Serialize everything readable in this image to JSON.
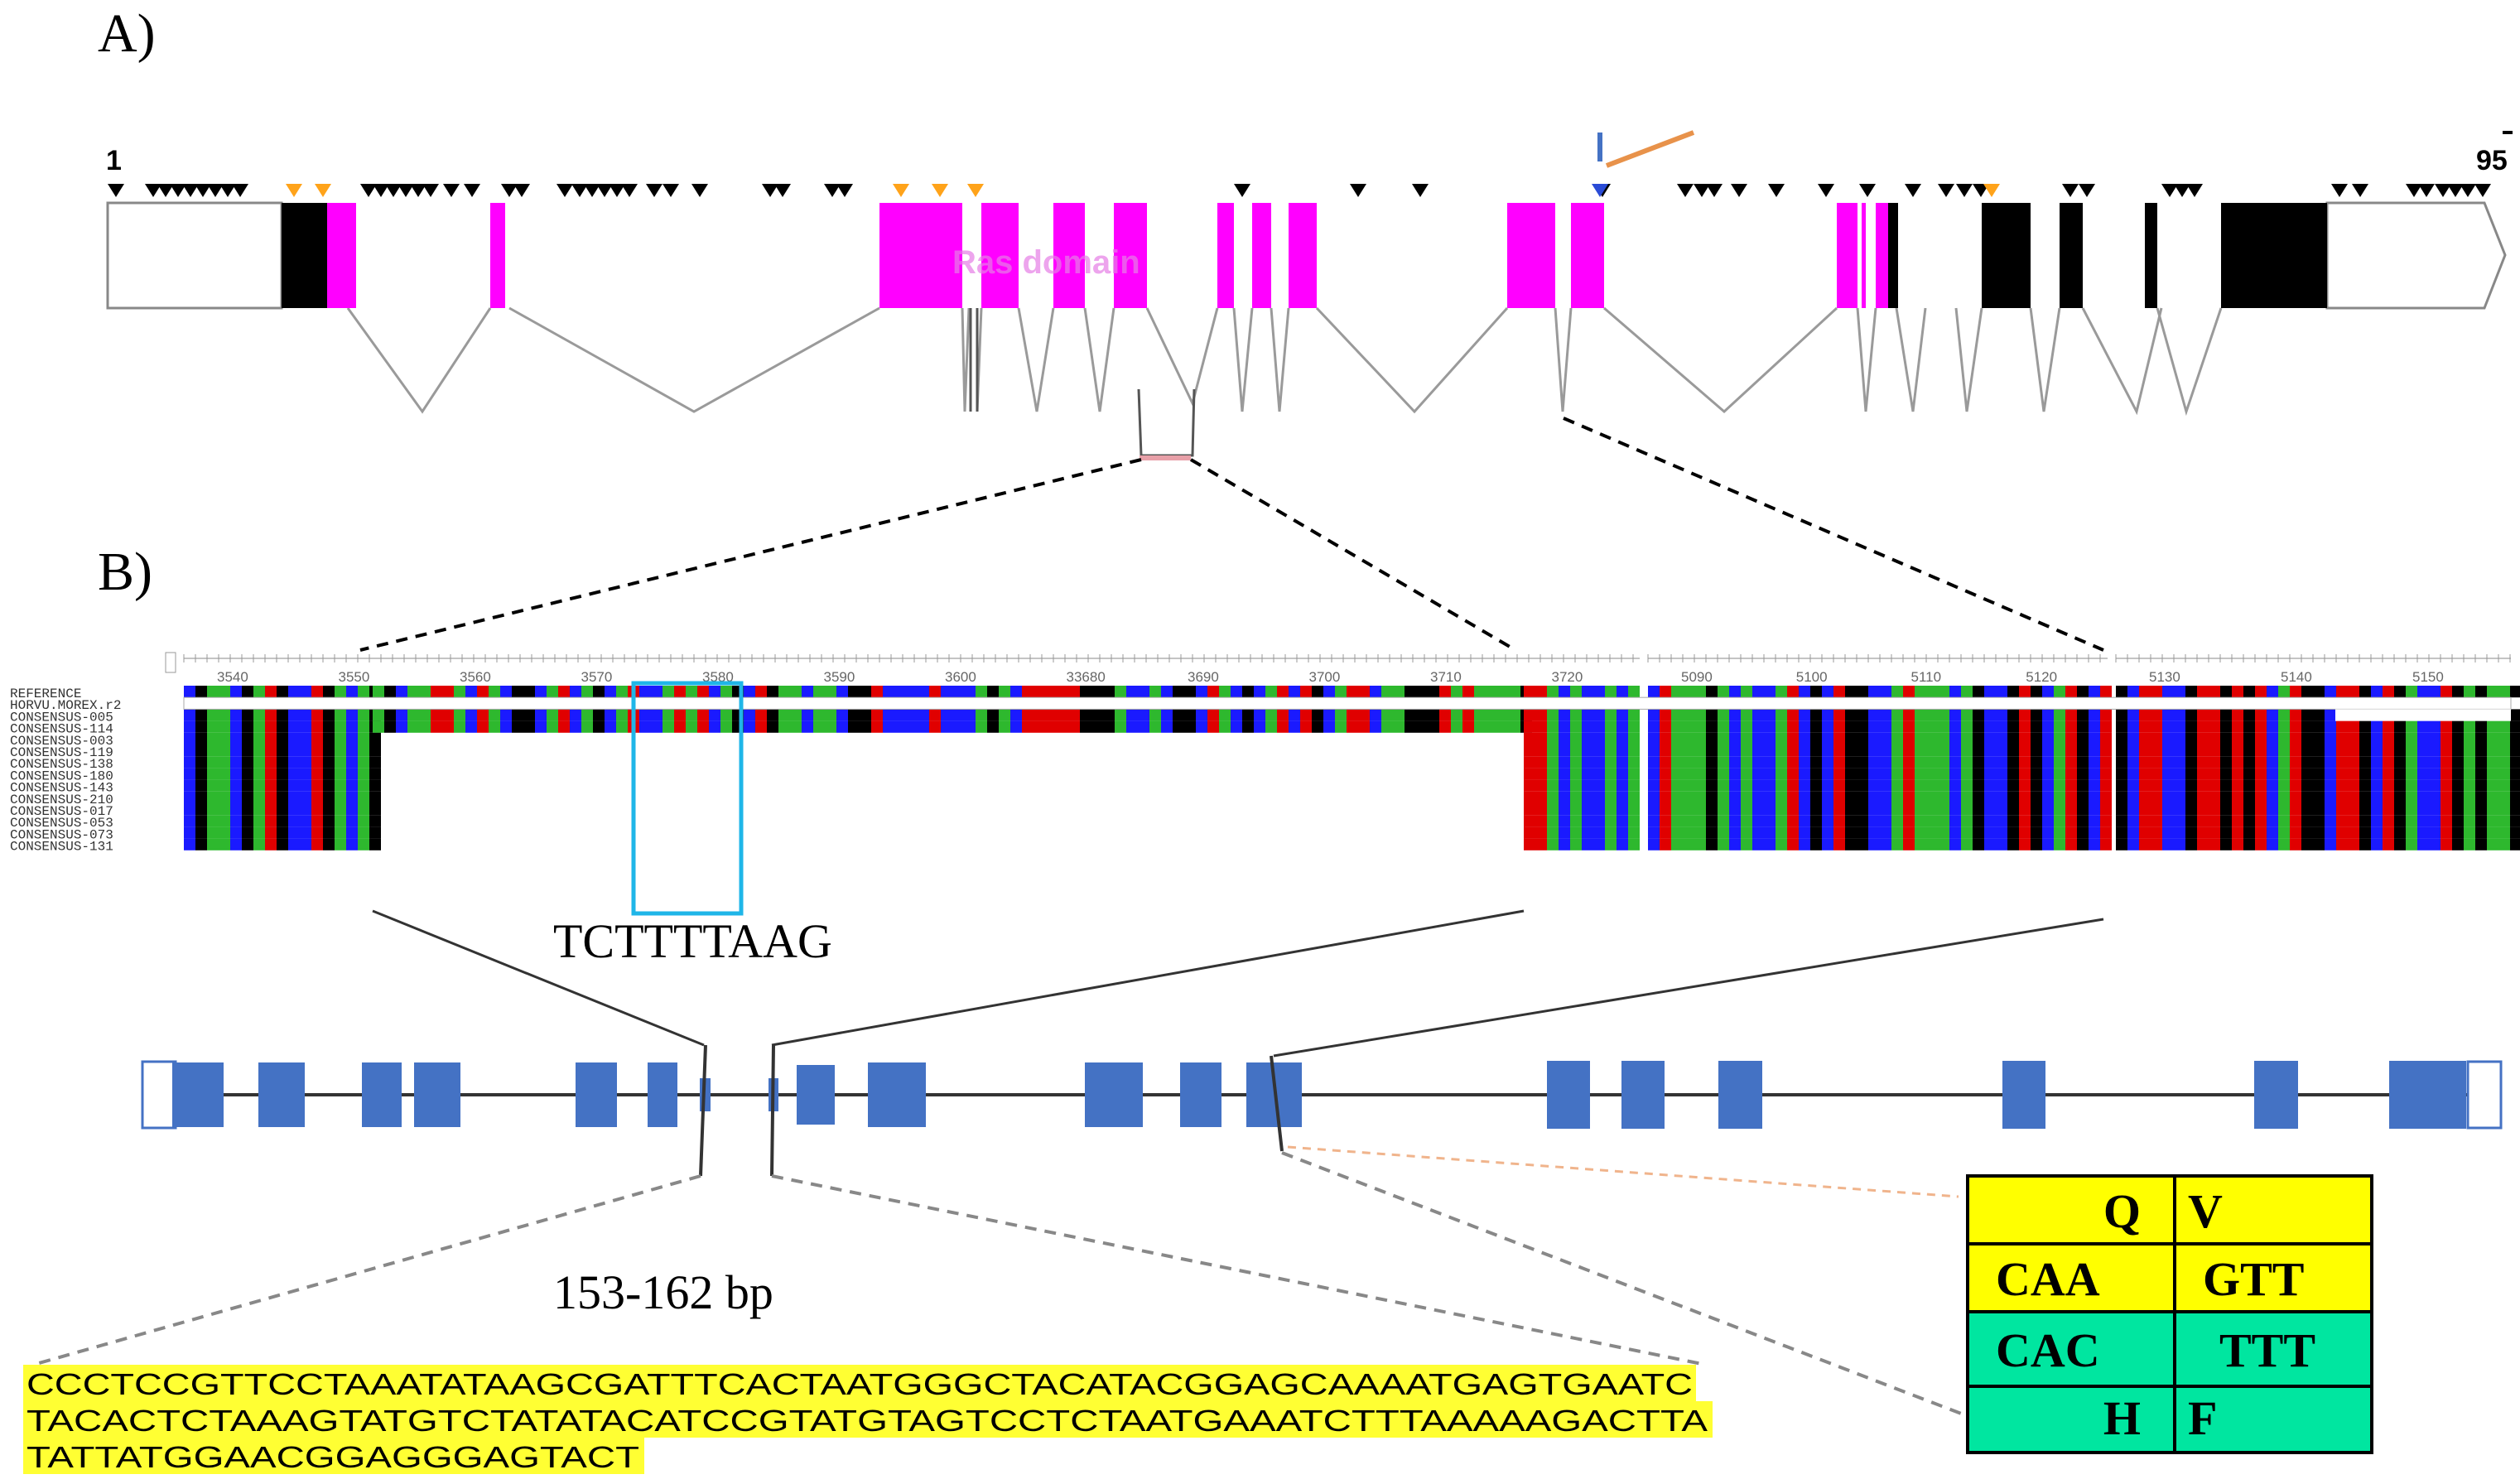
{
  "panel_a": {
    "label": "A)",
    "start_label": "1",
    "end_label": "95",
    "domain_label": "Ras domain"
  },
  "panel_b": {
    "label": "B)",
    "axis_blocks": [
      [
        "3540",
        "3550",
        "3560",
        "3570",
        "3580",
        "3590",
        "3600",
        "33680",
        "3690",
        "3700",
        "3710",
        "3720"
      ],
      [
        "5090",
        "5100",
        "5110",
        "5120"
      ],
      [
        "5130",
        "5140",
        "5150"
      ]
    ],
    "seq_names": [
      "REFERENCE",
      "HORVU.MOREX.r2",
      "CONSENSUS-005",
      "CONSENSUS-114",
      "CONSENSUS-003",
      "CONSENSUS-119",
      "CONSENSUS-138",
      "CONSENSUS-180",
      "CONSENSUS-143",
      "CONSENSUS-210",
      "CONSENSUS-017",
      "CONSENSUS-053",
      "CONSENSUS-073",
      "CONSENSUS-131"
    ],
    "insertion_motif": "TCTTTTAAG",
    "deletion_size": "153-162 bp",
    "deleted_sequence": [
      "CCCTCCGTTCCTAAATATAAGCGATTTCACTAATGGGCTACATACGGAGCAAAATGAGTGAATC",
      "TACACTCTAAAGTATGTCTATATACATCCGTATGTAGTCCTCTAATGAAATCTTTAAAAAGACTTA",
      "TATTATGGAACGGAGGGAGTACT"
    ],
    "codon_table": {
      "ref_aa": [
        "Q",
        "V"
      ],
      "ref_codons": [
        "CAA",
        "GTT"
      ],
      "alt_codons": [
        "CAC",
        "TTT"
      ],
      "alt_aa": [
        "H",
        "F"
      ]
    }
  },
  "colors": {
    "domain": "#ff00ff",
    "cds": "#000000",
    "exon_blue": "#4472c4",
    "nuc_A": "#2eb82e",
    "nuc_C": "#1a1aff",
    "nuc_G": "#000000",
    "nuc_T": "#e00000",
    "highlight": "#ffff33",
    "table_yellow": "#ffff00",
    "table_green": "#00e6a0",
    "motif_box": "#1fb6e8",
    "snp_marker": "#ffa31a"
  }
}
